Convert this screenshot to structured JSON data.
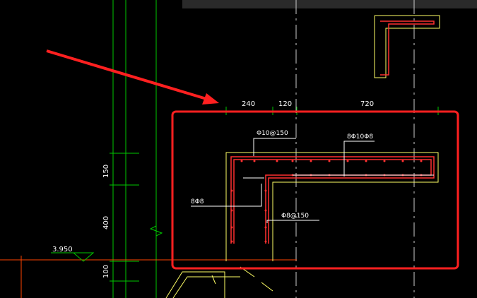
{
  "drawing": {
    "colors": {
      "background": "#000000",
      "grid_line": "#00c800",
      "rebar": "#ff3030",
      "concrete_outline": "#ffff66",
      "dimension": "#00c800",
      "text": "#ffffff",
      "highlight_box": "#ff2020",
      "elevation_line": "#ff4400"
    },
    "dimensions": {
      "top": [
        "240",
        "120",
        "720"
      ],
      "left": [
        "150",
        "400",
        "100"
      ]
    },
    "elevation": "3.950",
    "rebar_labels": {
      "top_stirrup": "Φ10@150",
      "top_longitudinal": "8Φ10Φ8",
      "left_longitudinal": "8Φ8",
      "left_stirrup": "Φ8@150"
    }
  }
}
